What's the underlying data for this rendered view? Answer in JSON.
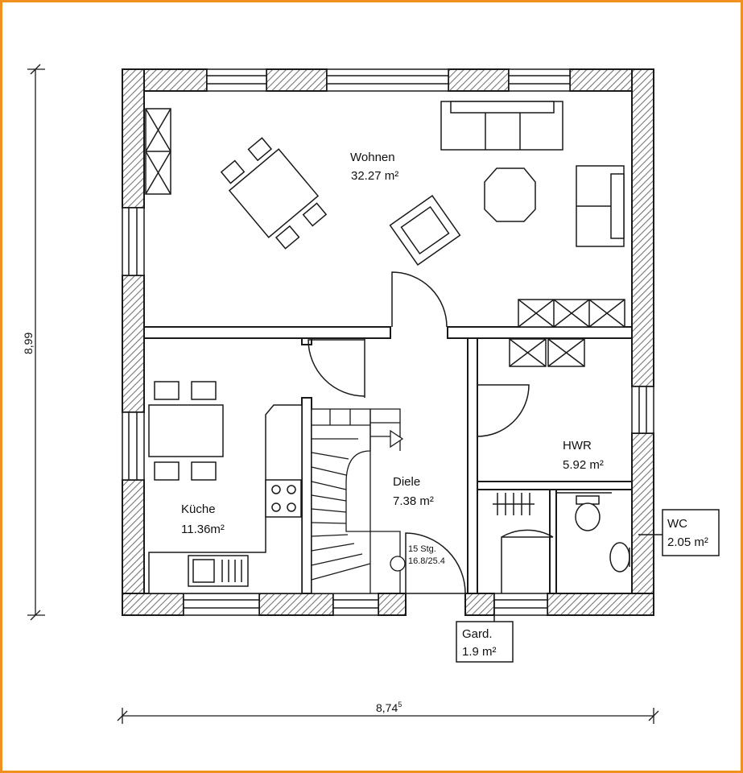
{
  "colors": {
    "frame": "#f0901e",
    "wall": "#1a1a1a",
    "hatch": "#9a9a9a",
    "line": "#1a1a1a"
  },
  "rooms": {
    "wohnen": {
      "name": "Wohnen",
      "area": "32.27 m²"
    },
    "kueche": {
      "name": "Küche",
      "area": "11.36m²"
    },
    "diele": {
      "name": "Diele",
      "area": "7.38 m²"
    },
    "hwr": {
      "name": "HWR",
      "area": "5.92 m²"
    },
    "wc": {
      "name": "WC",
      "area": "2.05 m²"
    },
    "gard": {
      "name": "Gard.",
      "area": "1.9 m²"
    }
  },
  "stairs": {
    "steps": "15 Stg.",
    "ratio": "16.8/25.4"
  },
  "dimensions": {
    "width": "8,74",
    "width_sup": "5",
    "height": "8,99"
  }
}
